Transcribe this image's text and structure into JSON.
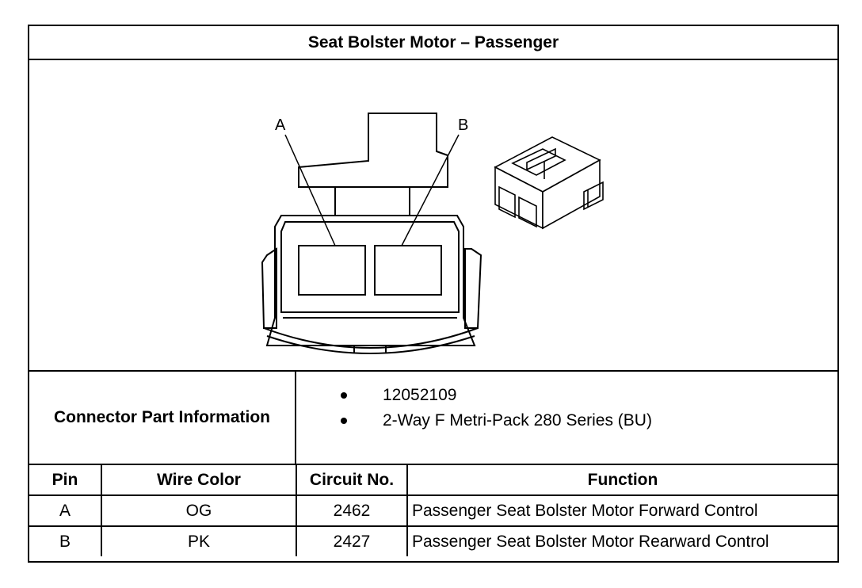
{
  "title": "Seat Bolster Motor – Passenger",
  "callouts": {
    "a": "A",
    "b": "B"
  },
  "connector_info": {
    "label": "Connector Part Information",
    "items": [
      "12052109",
      "2-Way F Metri-Pack 280 Series (BU)"
    ]
  },
  "table": {
    "headers": [
      "Pin",
      "Wire Color",
      "Circuit No.",
      "Function"
    ],
    "rows": [
      [
        "A",
        "OG",
        "2462",
        "Passenger Seat Bolster Motor Forward Control"
      ],
      [
        "B",
        "PK",
        "2427",
        "Passenger Seat Bolster Motor Rearward Control"
      ]
    ]
  }
}
